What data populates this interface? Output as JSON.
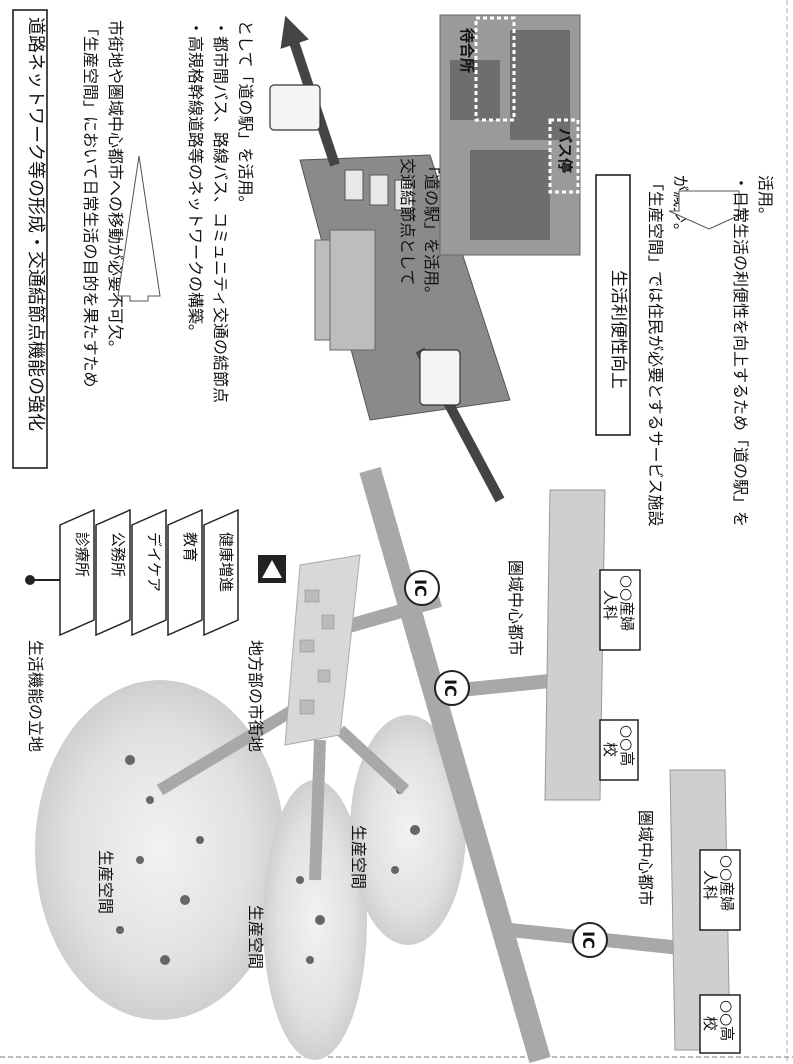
{
  "top": {
    "road_title": "道路ネットワーク等の形成・交通結節点機能の強化",
    "road_desc": [
      "「生産空間」において日常生活の目的を果たすため",
      "市街地や圏域中心都市への移動が必要不可欠。"
    ],
    "road_bullets": [
      "・高規格幹線道路等のネットワークの構築。",
      "・都市間バス、路線バス、コミュニティ交通の結節点",
      "として「道の駅」を活用。"
    ],
    "hub_caption": [
      "交通結節点として",
      "「道の駅」を活用。"
    ],
    "photo_labels": {
      "waiting_room": "待合所",
      "bus_stop": "バス停"
    },
    "life_title": "生活利便性向上",
    "life_desc": [
      "「生産空間」では住民が必要とするサービス施設",
      "が減少。"
    ],
    "life_bullet": [
      "・日常生活の利便性を向上するため「道の駅」を",
      "活用。"
    ]
  },
  "bottom": {
    "functions_title": "生活機能の立地",
    "functions": [
      "診療所",
      "公務所",
      "デイケア",
      "教育",
      "健康増進"
    ],
    "local_town": "地方部の市街地",
    "production_space": "生産空間",
    "regional_city": "圏域中心都市",
    "interchange": "IC",
    "school": [
      "○○高",
      "校"
    ],
    "clinic": [
      "○○産婦",
      "人科"
    ]
  }
}
